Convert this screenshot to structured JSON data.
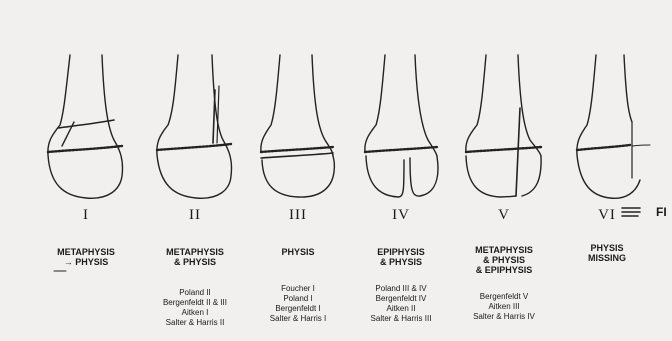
{
  "figure": {
    "tag": "FI",
    "types": [
      {
        "numeral": "I",
        "category": [
          "METAPHYSIS",
          "→ PHYSIS"
        ],
        "classifications": []
      },
      {
        "numeral": "II",
        "category": [
          "METAPHYSIS",
          "& PHYSIS"
        ],
        "classifications": [
          "Poland II",
          "Bergenfeldt II & III",
          "Aitken I",
          "Salter & Harris II"
        ]
      },
      {
        "numeral": "III",
        "category": [
          "PHYSIS"
        ],
        "classifications": [
          "Foucher I",
          "Poland I",
          "Bergenfeldt I",
          "Salter & Harris I"
        ]
      },
      {
        "numeral": "IV",
        "category": [
          "EPIPHYSIS",
          "& PHYSIS"
        ],
        "classifications": [
          "Poland III & IV",
          "Bergenfeldt IV",
          "Aitken II",
          "Salter & Harris III"
        ]
      },
      {
        "numeral": "V",
        "category": [
          "METAPHYSIS",
          "& PHYSIS",
          "& EPIPHYSIS"
        ],
        "classifications": [
          "Bergenfeldt V",
          "Aitken III",
          "Salter & Harris IV"
        ]
      },
      {
        "numeral": "VI",
        "category": [
          "PHYSIS",
          "MISSING"
        ],
        "classifications": []
      }
    ]
  }
}
